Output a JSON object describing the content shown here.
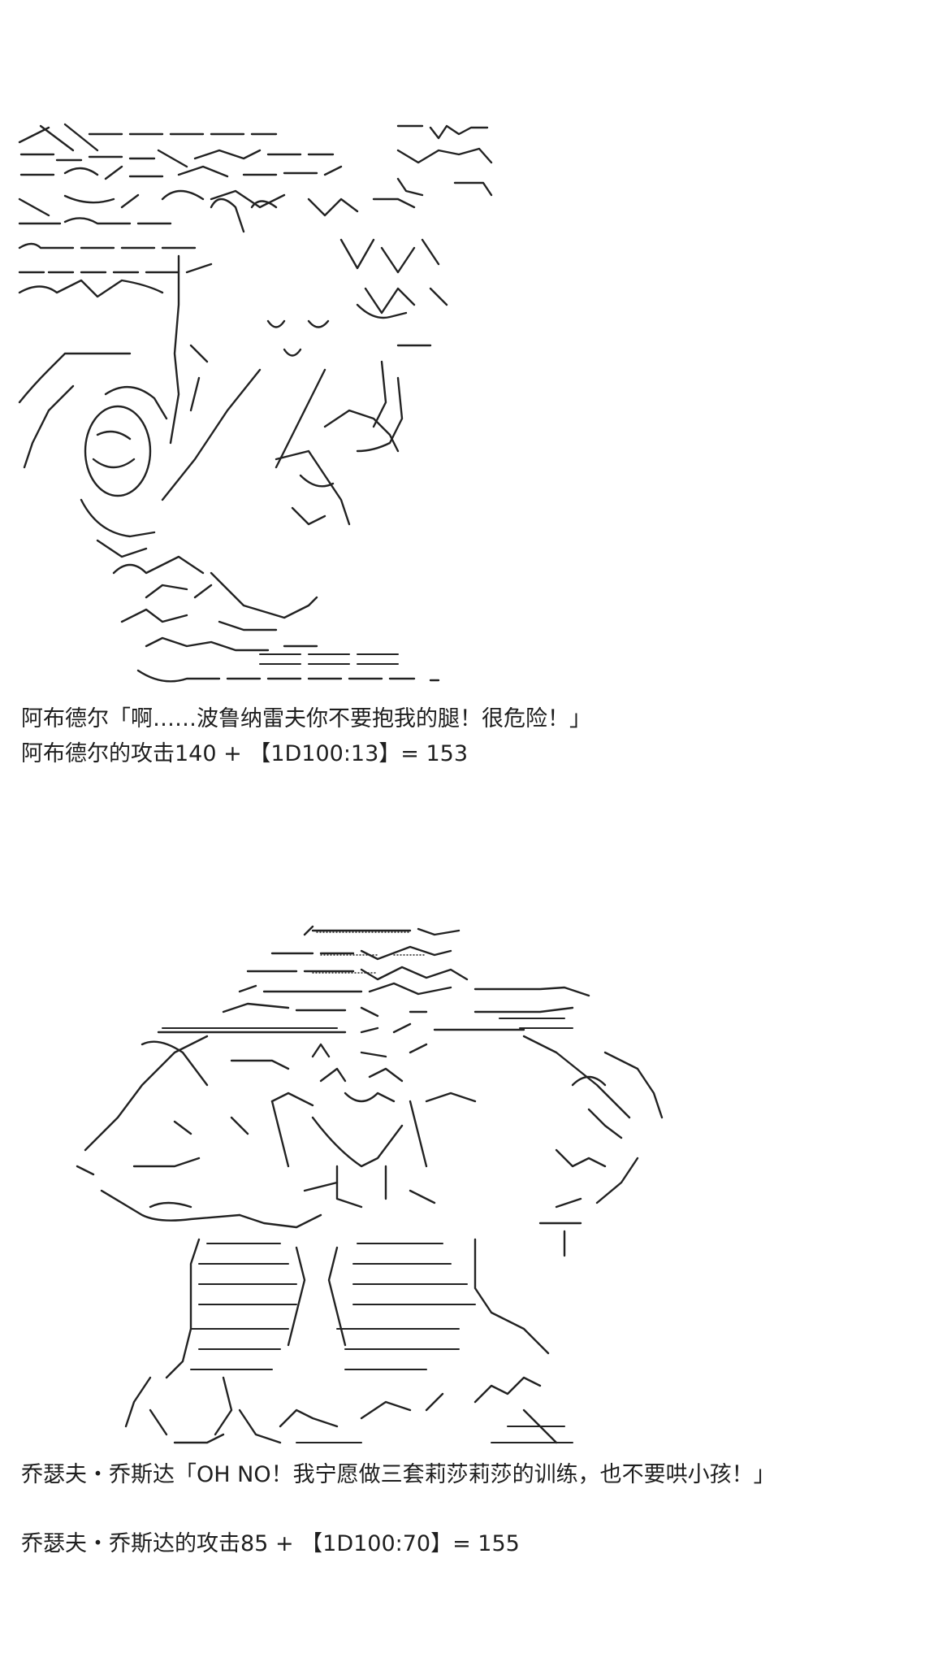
{
  "scene1": {
    "dialogue": "阿布德尔「啊……波鲁纳雷夫你不要抱我的腿！很危险！」",
    "roll": "阿布德尔的攻击140 + 【1D100:13】= 153"
  },
  "scene2": {
    "dialogue": "乔瑟夫・乔斯达「OH NO！我宁愿做三套莉莎莉莎的训练，也不要哄小孩！」",
    "roll": "乔瑟夫・乔斯达的攻击85 + 【1D100:70】= 155"
  }
}
